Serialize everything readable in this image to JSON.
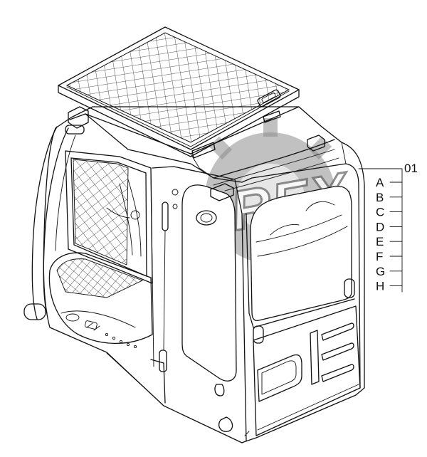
{
  "callout": {
    "part_number": "01",
    "variants": [
      "A",
      "B",
      "C",
      "D",
      "E",
      "F",
      "G",
      "H"
    ]
  },
  "watermark": {
    "text": "OREX",
    "color": "#8e8e8e"
  },
  "colors": {
    "line": "#111111",
    "background": "#ffffff"
  }
}
